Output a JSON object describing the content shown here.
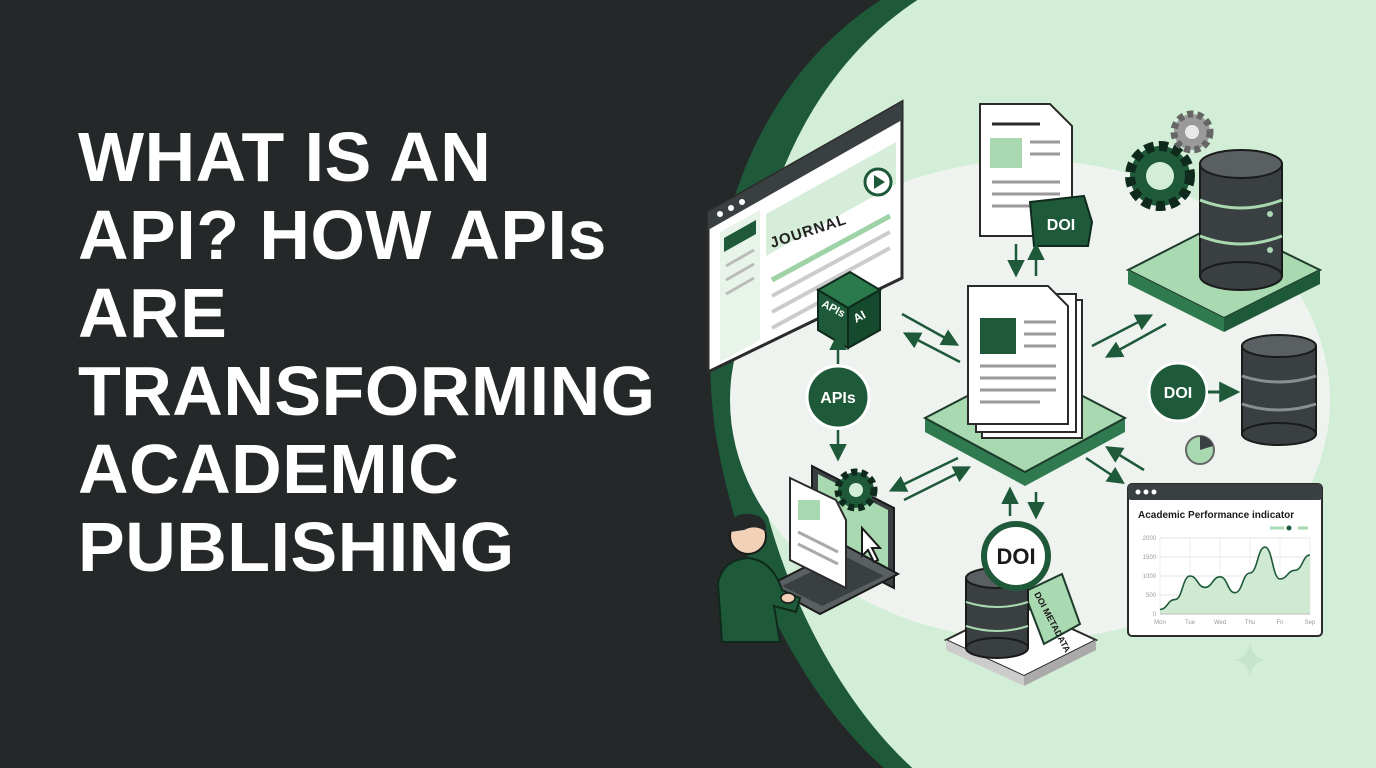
{
  "headline": {
    "lines": [
      "WHAT IS AN",
      "API? HOW APIs",
      "ARE",
      "TRANSFORMING",
      "ACADEMIC",
      "PUBLISHING"
    ]
  },
  "journal": {
    "label": "JOURNAL"
  },
  "cube": {
    "left": "APIs",
    "right": "AI"
  },
  "badges": {
    "apis": "APIs",
    "doi_right": "DOI",
    "doi_bottom": "DOI"
  },
  "tags": {
    "doi_top": "DOI",
    "doi_metadata": "DOI METADATA"
  },
  "colors": {
    "dark_bg": "#242829",
    "accent_green": "#1e5a3a",
    "light_green": "#cfe9d3",
    "mid_green": "#a8d9b0"
  },
  "icons": [
    "gear-icon",
    "database-icon",
    "document-icon",
    "cursor-icon",
    "pie-chart-icon",
    "person-icon",
    "laptop-icon",
    "sparkle-icon"
  ],
  "chart_data": {
    "type": "area",
    "title": "Academic Performance indicator",
    "categories": [
      "Mon",
      "Tue",
      "Wed",
      "Thu",
      "Fri",
      "Sep"
    ],
    "y_ticks": [
      "2000",
      "1500",
      "1000",
      "500",
      "0"
    ],
    "ylim": [
      0,
      2000
    ],
    "x": [
      0,
      0.5,
      1,
      1.5,
      2,
      2.5,
      3,
      3.5,
      4,
      4.5,
      5
    ],
    "values": [
      120,
      380,
      1000,
      700,
      980,
      560,
      1080,
      1760,
      920,
      1150,
      1550
    ],
    "grid": true,
    "legend": "top-right"
  }
}
